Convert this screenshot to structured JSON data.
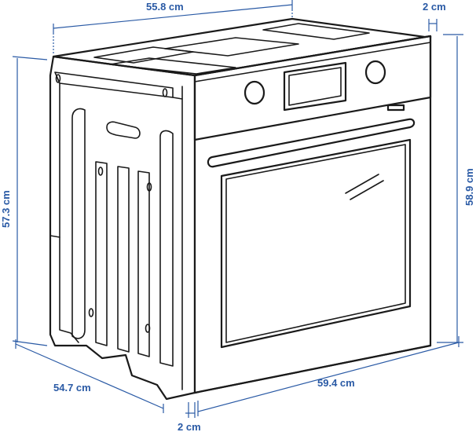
{
  "colors": {
    "dimension": "#2a5aa5",
    "line": "#1a1a1a",
    "background": "#ffffff"
  },
  "dimensions": {
    "top_width": "55.8 cm",
    "top_right_offset": "2 cm",
    "left_height": "57.3 cm",
    "right_height": "58.9 cm",
    "bottom_depth": "54.7 cm",
    "bottom_width": "59.4 cm",
    "bottom_offset": "2 cm"
  }
}
